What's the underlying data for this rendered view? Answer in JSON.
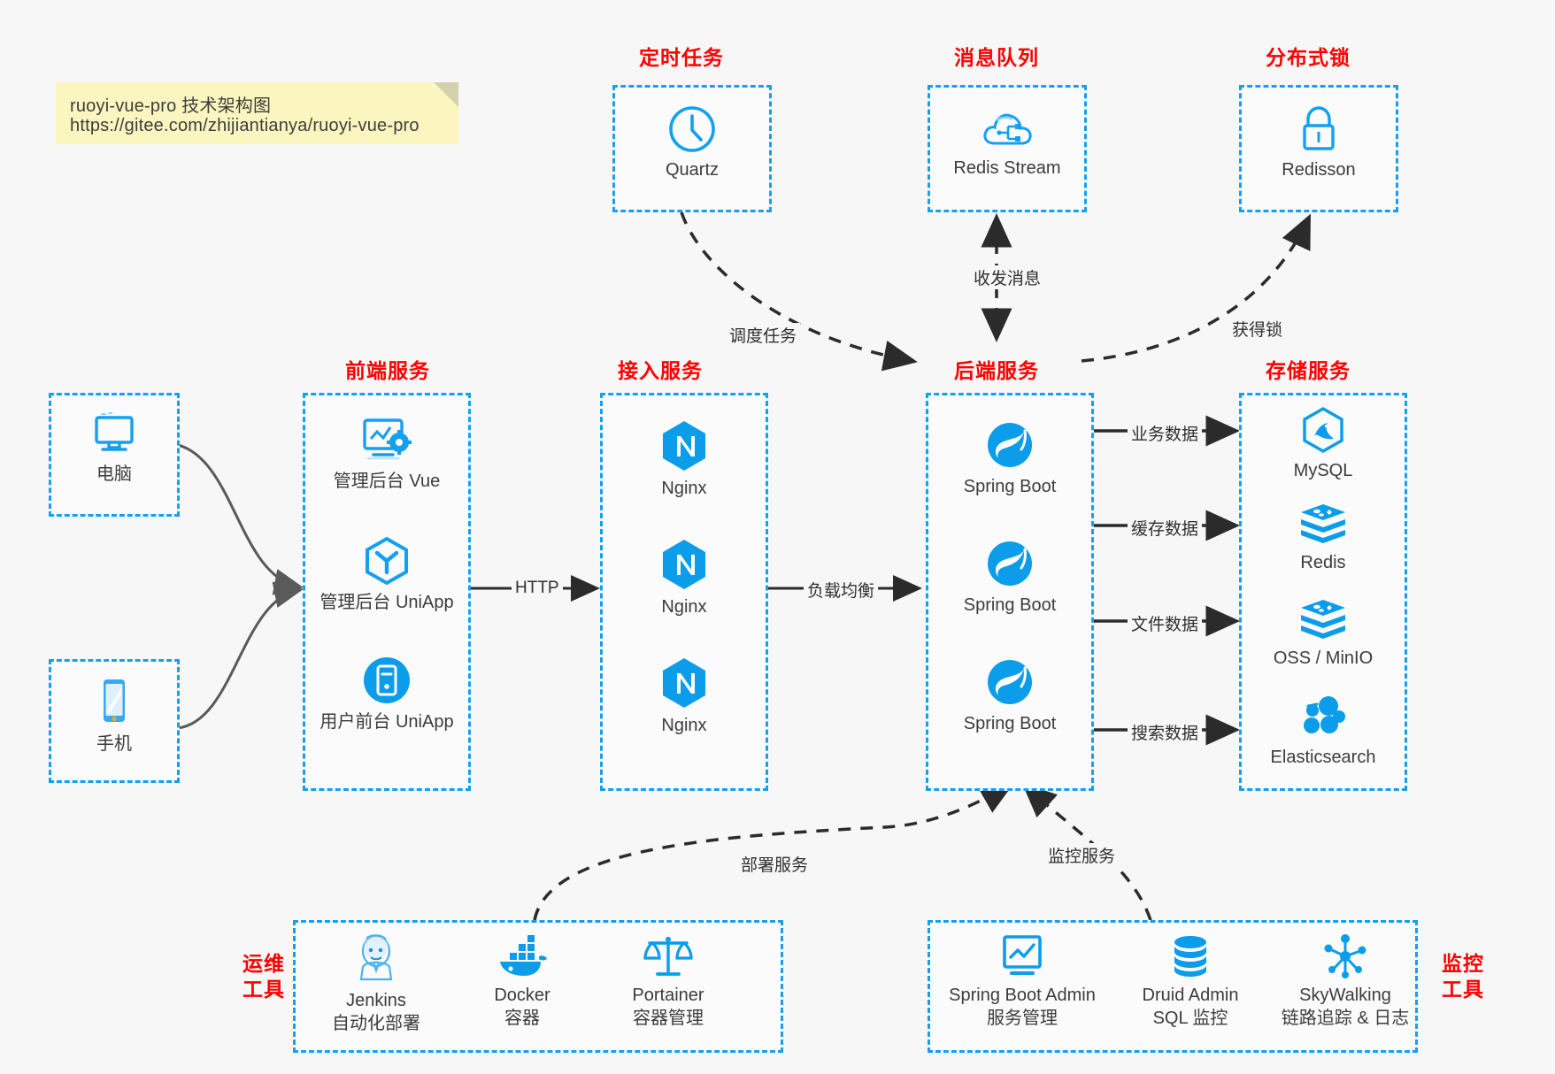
{
  "note": {
    "line1": "ruoyi-vue-pro 技术架构图",
    "line2": "https://gitee.com/zhijiantianya/ruoyi-vue-pro"
  },
  "groups": {
    "scheduled_task": "定时任务",
    "message_queue": "消息队列",
    "distributed_lock": "分布式锁",
    "frontend_service": "前端服务",
    "access_service": "接入服务",
    "backend_service": "后端服务",
    "storage_service": "存储服务",
    "devops_tools_l1": "运维",
    "devops_tools_l2": "工具",
    "monitor_tools_l1": "监控",
    "monitor_tools_l2": "工具"
  },
  "nodes": {
    "quartz": "Quartz",
    "redis_stream": "Redis Stream",
    "redisson": "Redisson",
    "computer": "电脑",
    "phone": "手机",
    "admin_vue": "管理后台 Vue",
    "admin_uniapp": "管理后台 UniApp",
    "user_uniapp": "用户前台 UniApp",
    "nginx1": "Nginx",
    "nginx2": "Nginx",
    "nginx3": "Nginx",
    "springboot1": "Spring Boot",
    "springboot2": "Spring Boot",
    "springboot3": "Spring Boot",
    "mysql": "MySQL",
    "redis": "Redis",
    "oss_minio": "OSS / MinIO",
    "elasticsearch": "Elasticsearch",
    "jenkins": "Jenkins",
    "jenkins_sub": "自动化部署",
    "docker": "Docker",
    "docker_sub": "容器",
    "portainer": "Portainer",
    "portainer_sub": "容器管理",
    "sba": "Spring Boot Admin",
    "sba_sub": "服务管理",
    "druid": "Druid Admin",
    "druid_sub": "SQL 监控",
    "skywalking": "SkyWalking",
    "skywalking_sub": "链路追踪 & 日志"
  },
  "edges": {
    "http": "HTTP",
    "load_balance": "负载均衡",
    "schedule_task": "调度任务",
    "send_receive_msg": "收发消息",
    "acquire_lock": "获得锁",
    "business_data": "业务数据",
    "cache_data": "缓存数据",
    "file_data": "文件数据",
    "search_data": "搜索数据",
    "deploy_service": "部署服务",
    "monitor_service": "监控服务"
  },
  "colors": {
    "accent_blue": "#14a0f0",
    "logo_blue": "#0b9dea",
    "title_red": "#ff0000",
    "note_yellow": "#fbf6bf",
    "background": "#f7f7f7",
    "arrow_dark": "#2b2b2b",
    "arrow_grey": "#5a5a5a"
  }
}
